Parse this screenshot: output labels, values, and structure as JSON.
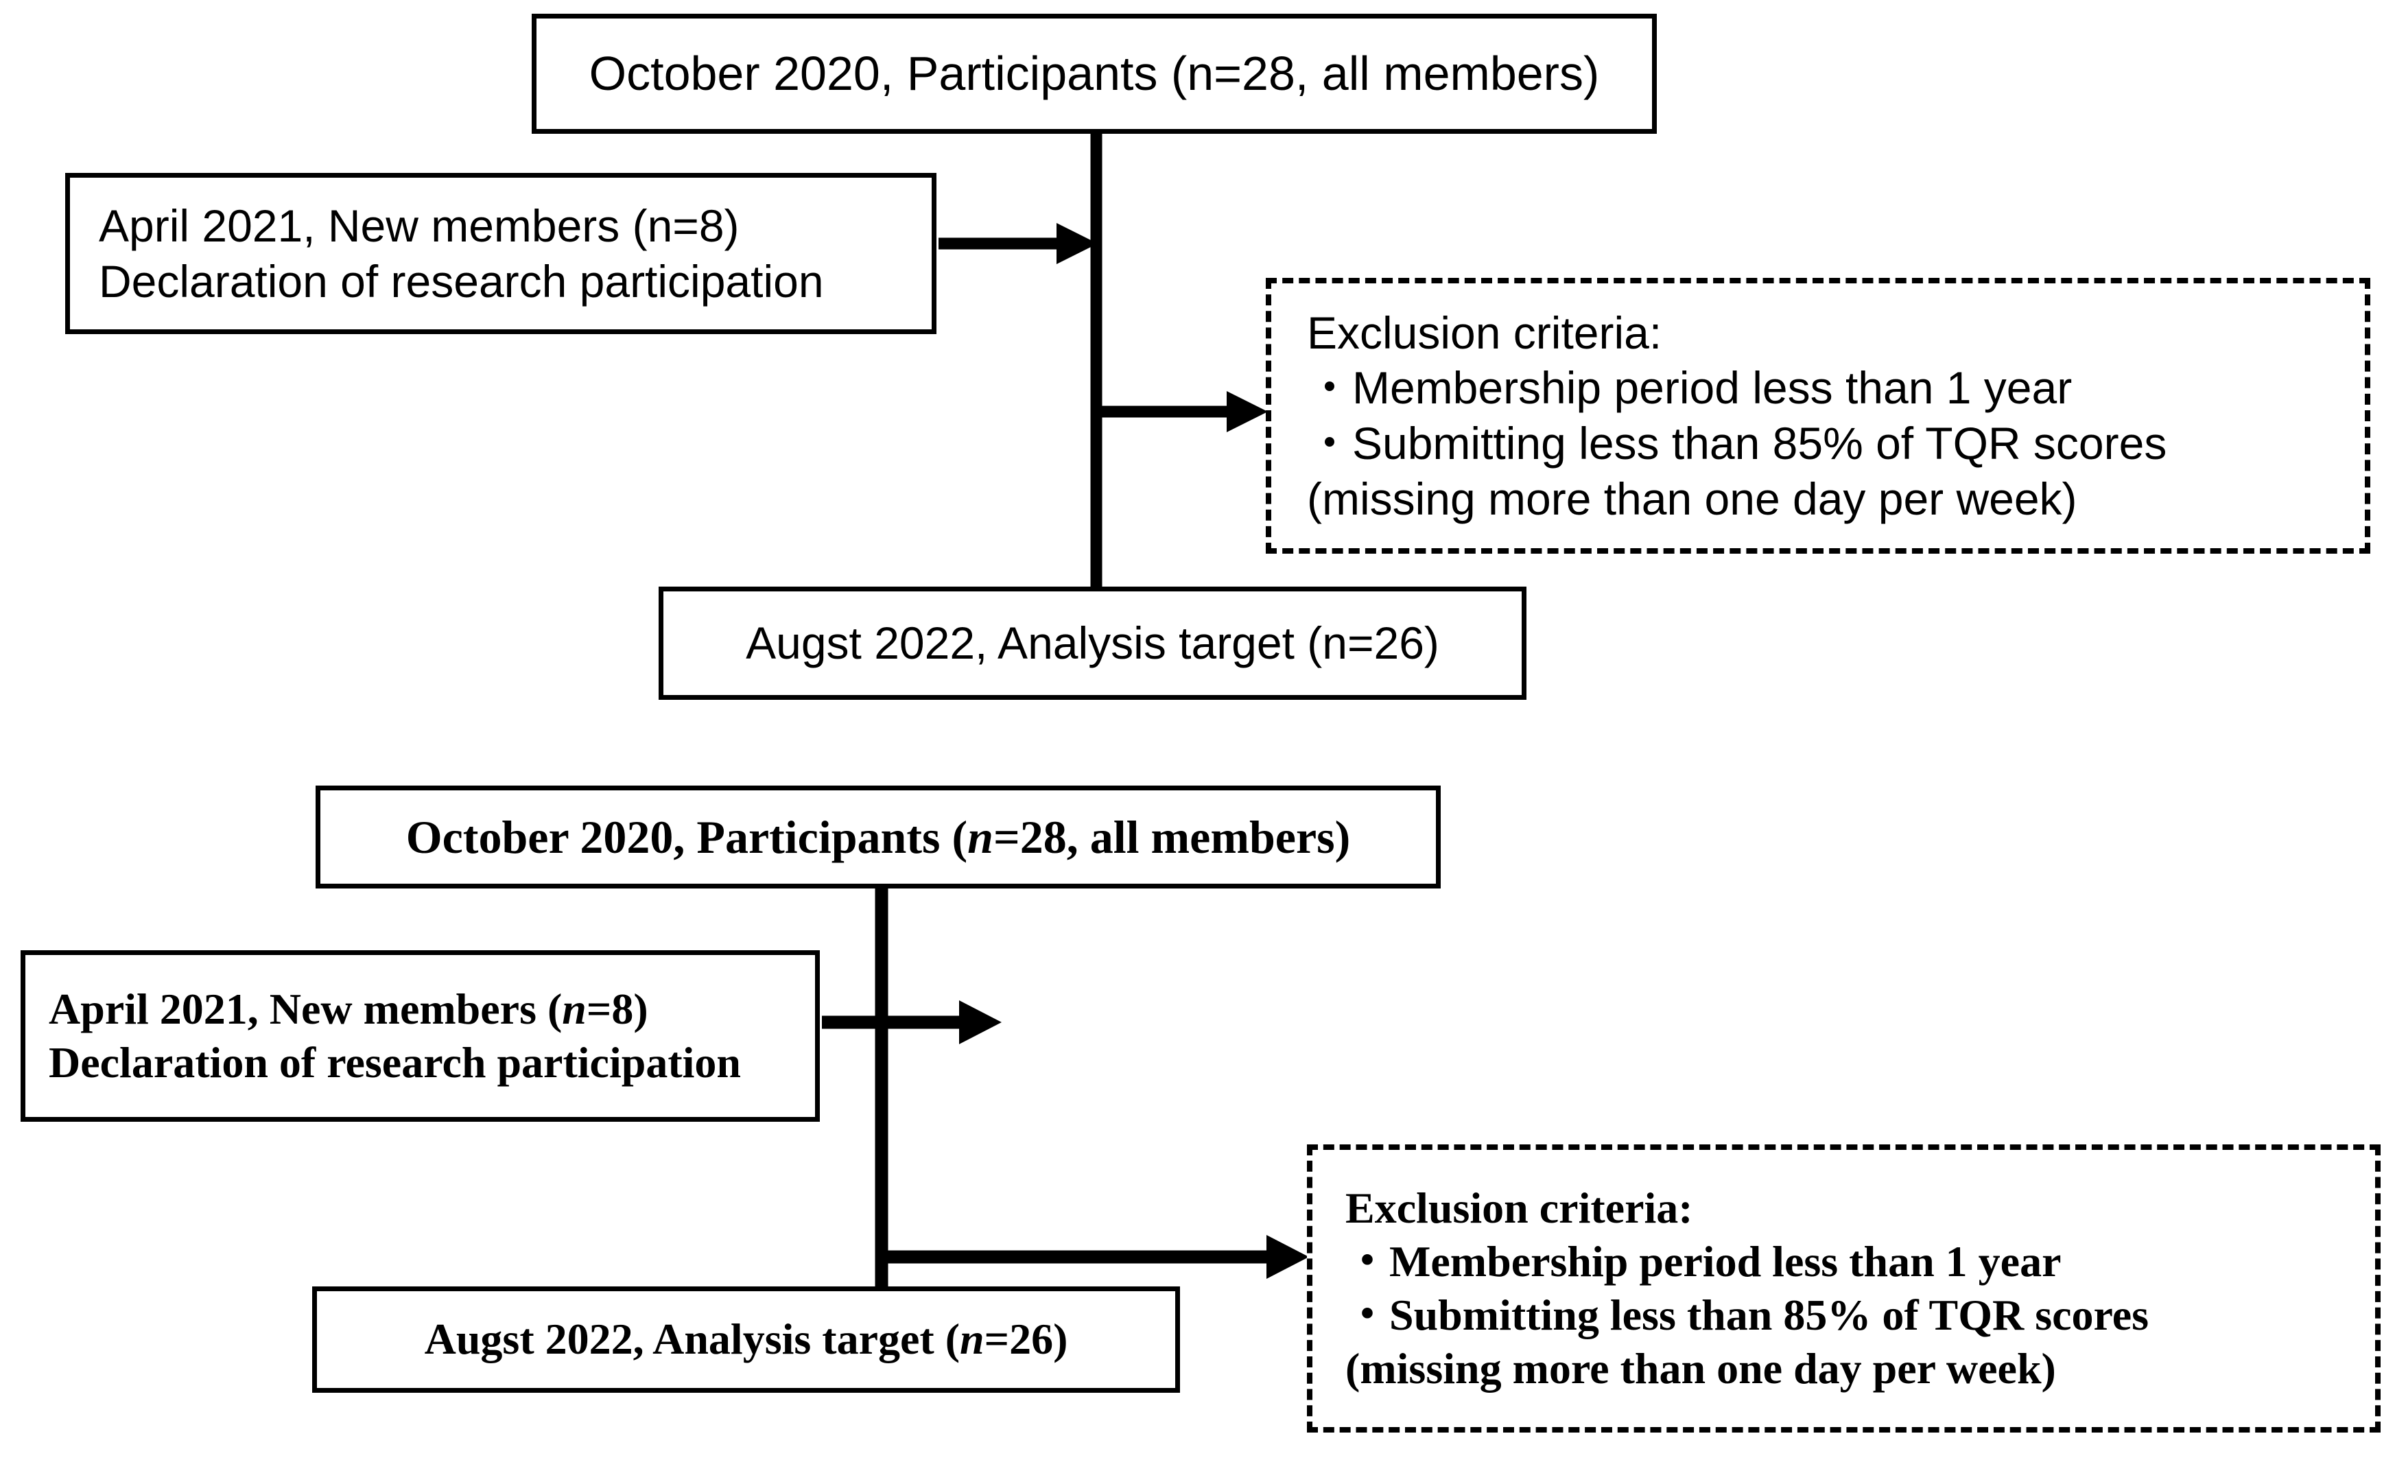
{
  "figure": {
    "type": "flowchart",
    "description": "Participant flow diagram shown twice: once in a light sans-serif style and once in a bold serif style",
    "stroke_color": "#000000",
    "background_color": "#ffffff"
  },
  "top_diagram": {
    "participants_box": {
      "lines": [
        "October 2020, Participants (n=28, all members)"
      ]
    },
    "new_members_box": {
      "lines": [
        "April 2021, New members (n=8)",
        "Declaration of research participation"
      ]
    },
    "exclusion_box": {
      "lines": [
        "Exclusion criteria:",
        "・Membership period less than 1 year",
        "・Submitting less than 85% of TQR scores",
        "(missing more than one day per week)"
      ]
    },
    "analysis_box": {
      "lines": [
        "Augst 2022, Analysis target (n=26)"
      ]
    }
  },
  "bottom_diagram": {
    "participants_box": {
      "lines": [
        "October 2020, Participants (n=28, all members)"
      ]
    },
    "new_members_box": {
      "lines": [
        "April 2021, New members (n=8)",
        "Declaration of research participation"
      ]
    },
    "exclusion_box": {
      "lines": [
        "Exclusion criteria:",
        "・Membership period less than 1 year",
        "・Submitting less than 85% of TQR scores",
        "(missing more than one day per week)"
      ]
    },
    "analysis_box": {
      "lines": [
        "Augst 2022, Analysis target (n=26)"
      ]
    }
  }
}
